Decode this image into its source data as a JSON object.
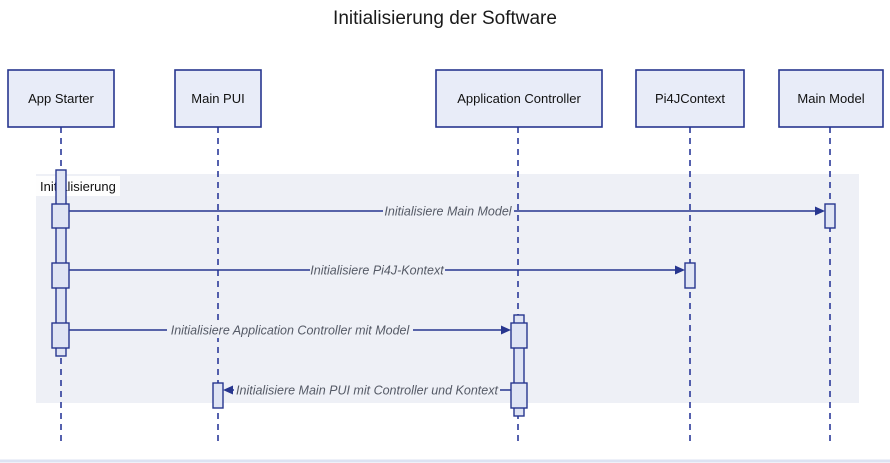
{
  "title": "Initialisierung der Software",
  "participants": [
    {
      "id": "app",
      "label": "App Starter"
    },
    {
      "id": "pui",
      "label": "Main PUI"
    },
    {
      "id": "ctrl",
      "label": "Application Controller"
    },
    {
      "id": "pi4j",
      "label": "Pi4JContext"
    },
    {
      "id": "model",
      "label": "Main Model"
    }
  ],
  "group": {
    "label": "Initialisierung"
  },
  "messages": [
    {
      "from": "app",
      "to": "model",
      "label": "Initialisiere Main Model"
    },
    {
      "from": "app",
      "to": "pi4j",
      "label": "Initialisiere Pi4J-Kontext"
    },
    {
      "from": "app",
      "to": "ctrl",
      "label": "Initialisiere Application Controller mit Model"
    },
    {
      "from": "ctrl",
      "to": "pui",
      "label": "Initialisiere Main PUI mit Controller und Kontext"
    }
  ],
  "colors": {
    "line": "#27368f",
    "box_fill": "#e8ecf8",
    "group_fill": "#eef0f6"
  }
}
